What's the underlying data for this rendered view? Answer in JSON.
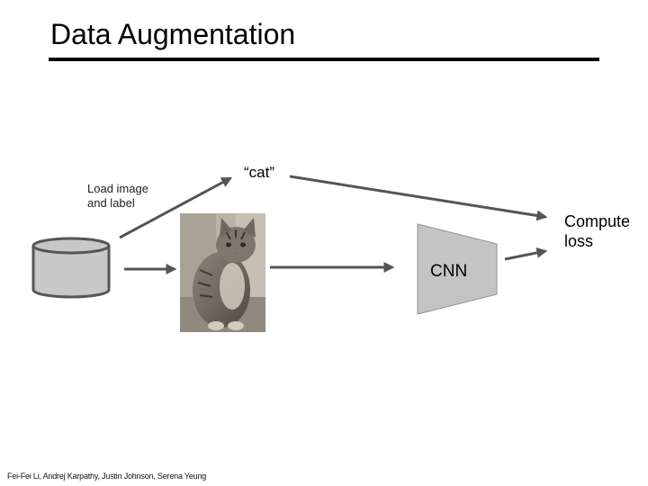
{
  "title": "Data Augmentation",
  "load_label": [
    "Load image",
    "and label"
  ],
  "cat_label": "“cat”",
  "compute_label": [
    "Compute",
    "loss"
  ],
  "cnn_label": "CNN",
  "footer": "Fei-Fei Li, Andrej Karpathy, Justin Johnson, Serena Yeung",
  "colors": {
    "arrow": "#555555",
    "cylinder_fill": "#c8c8c8",
    "cylinder_stroke": "#555555",
    "cnn_fill": "#c4c4c4",
    "cnn_stroke": "#909090"
  },
  "icons": [
    "database-cylinder-icon",
    "cat-photo",
    "cnn-trapezoid-icon"
  ]
}
